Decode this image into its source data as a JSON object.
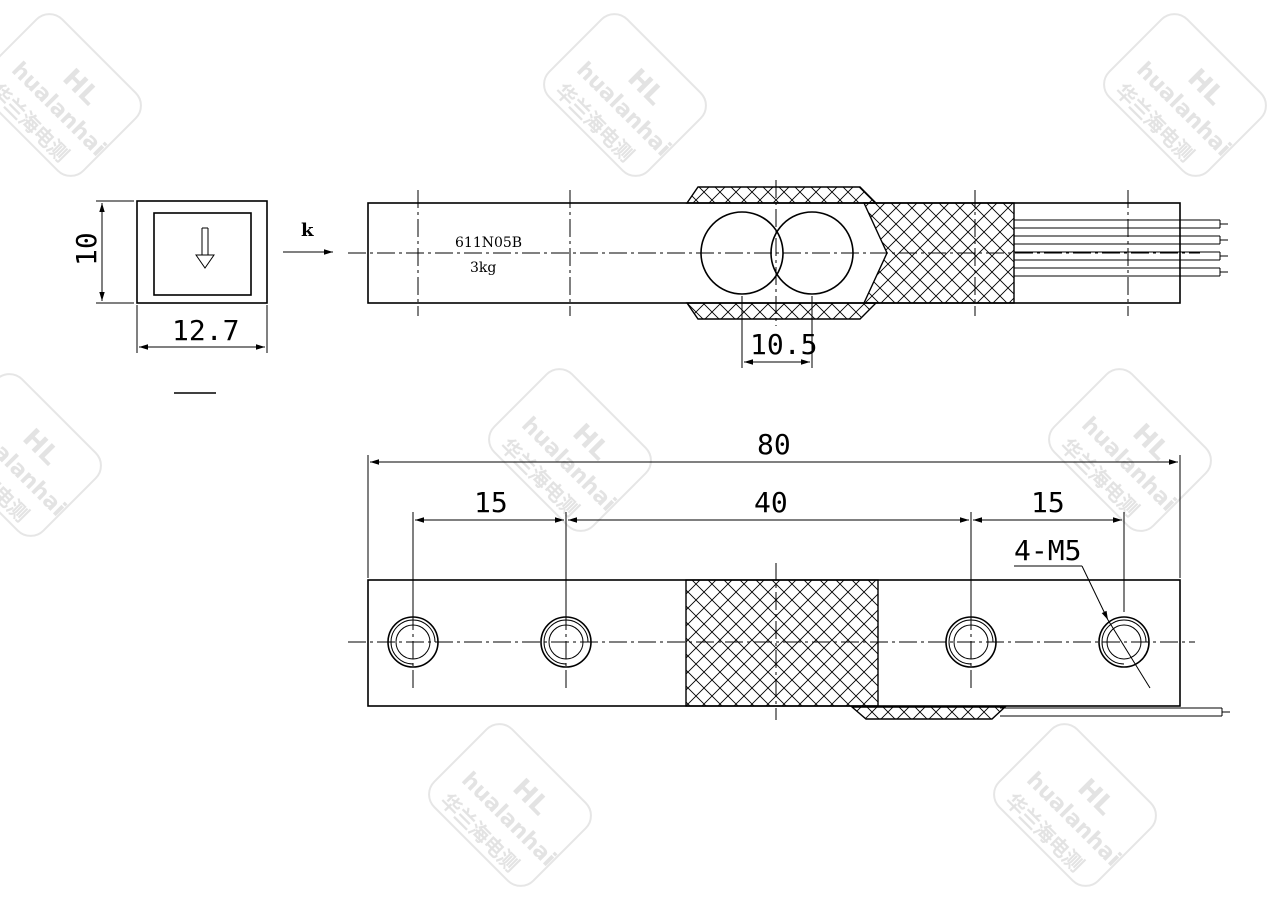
{
  "watermark": {
    "brand_latin": "hualanhai",
    "brand_cn": "华兰海电测",
    "logo": "HL"
  },
  "end_view": {
    "height_dim": "10",
    "width_dim": "12.7"
  },
  "load_direction": {
    "label": "k"
  },
  "side_view": {
    "model": "611N05B",
    "capacity": "3kg",
    "hole_spacing_dim": "10.5"
  },
  "plan_view": {
    "total_length_dim": "80",
    "left_offset_dim": "15",
    "center_spacing_dim": "40",
    "right_offset_dim": "15",
    "thread_callout": "4-M5"
  }
}
